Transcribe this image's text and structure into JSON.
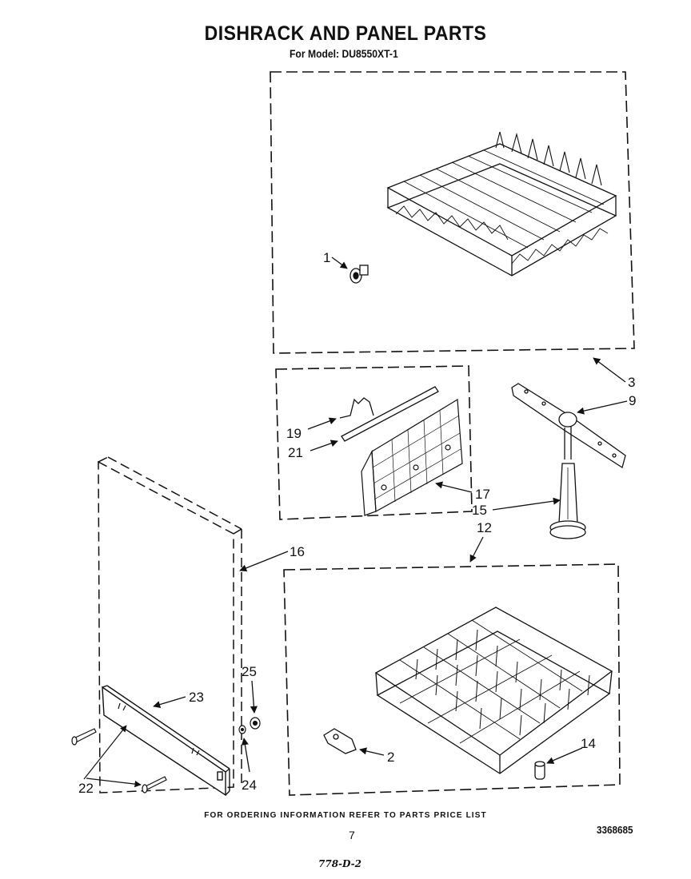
{
  "header": {
    "title": "DISHRACK AND PANEL PARTS",
    "subtitle": "For Model: DU8550XT-1"
  },
  "callouts": [
    "1",
    "3",
    "9",
    "19",
    "21",
    "17",
    "15",
    "12",
    "16",
    "23",
    "25",
    "22",
    "24",
    "2",
    "14"
  ],
  "footer": {
    "ordering_note": "FOR ORDERING INFORMATION REFER TO PARTS PRICE LIST",
    "page_number": "7",
    "doc_number": "3368685",
    "handwritten": "778-D-2"
  }
}
